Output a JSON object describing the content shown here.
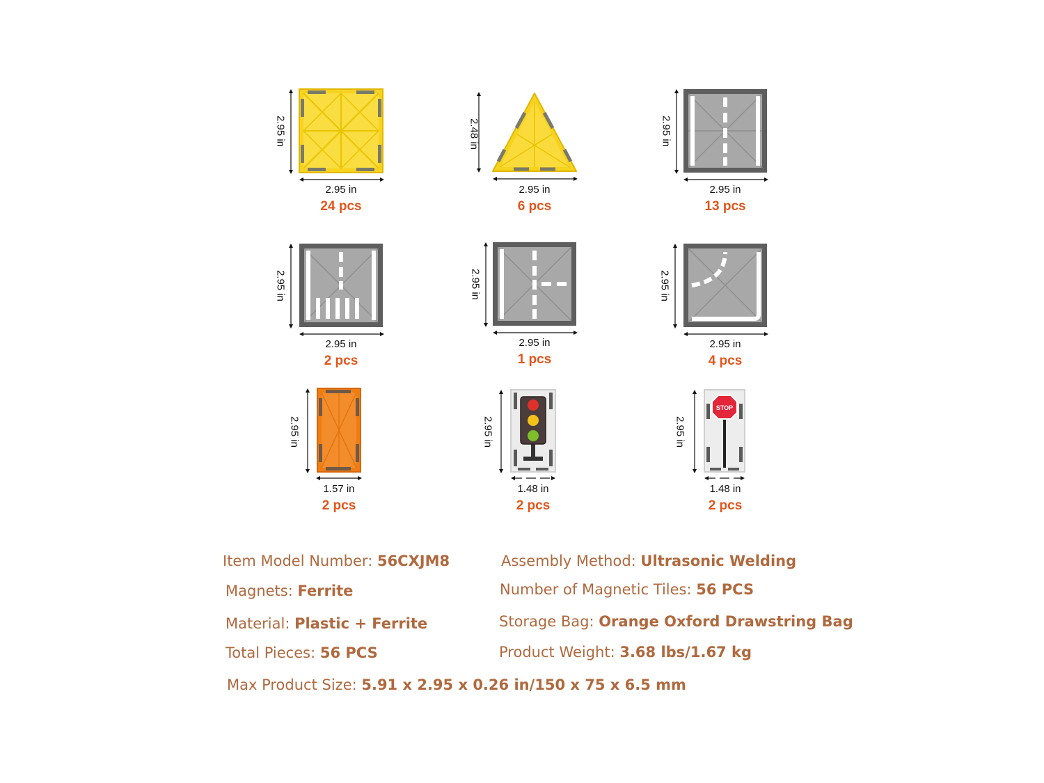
{
  "tiles": [
    {
      "width": "2.95 in",
      "height": "2.95 in",
      "count": "24 pcs"
    },
    {
      "width": "2.95 in",
      "height": "2.48 in",
      "count": "6 pcs"
    },
    {
      "width": "2.95 in",
      "height": "2.95 in",
      "count": "13 pcs"
    },
    {
      "width": "2.95 in",
      "height": "2.95 in",
      "count": "2 pcs"
    },
    {
      "width": "2.95 in",
      "height": "2.95 in",
      "count": "1 pcs"
    },
    {
      "width": "2.95 in",
      "height": "2.95 in",
      "count": "4 pcs"
    },
    {
      "width": "1.57 in",
      "height": "2.95 in",
      "count": "2 pcs"
    },
    {
      "width": "1.48 in",
      "height": "2.95 in",
      "count": "2 pcs"
    },
    {
      "width": "1.48 in",
      "height": "2.95 in",
      "count": "2 pcs"
    }
  ],
  "stop_sign_text": "STOP",
  "specs": {
    "model": {
      "label": "Item Model Number: ",
      "value": "56CXJM8"
    },
    "assembly": {
      "label": "Assembly Method: ",
      "value": "Ultrasonic Welding"
    },
    "magnets": {
      "label": "Magnets: ",
      "value": "Ferrite"
    },
    "tiles_count": {
      "label": "Number of Magnetic Tiles: ",
      "value": "56 PCS"
    },
    "material": {
      "label": "Material: ",
      "value": "Plastic + Ferrite"
    },
    "storage": {
      "label": "Storage Bag: ",
      "value": "Orange Oxford Drawstring Bag"
    },
    "total": {
      "label": "Total Pieces: ",
      "value": "56 PCS"
    },
    "weight": {
      "label": "Product Weight: ",
      "value": "3.68 lbs/1.67 kg"
    },
    "size": {
      "label": "Max Product Size: ",
      "value": "5.91 x 2.95 x 0.26 in/150 x 75 x 6.5 mm"
    }
  },
  "colors": {
    "accent": "#e2561c",
    "spec_text": "#b0693e",
    "yellow_tile": "#f7d21e",
    "gray_tile": "#9a9a9a",
    "orange_tile": "#f07d12"
  }
}
